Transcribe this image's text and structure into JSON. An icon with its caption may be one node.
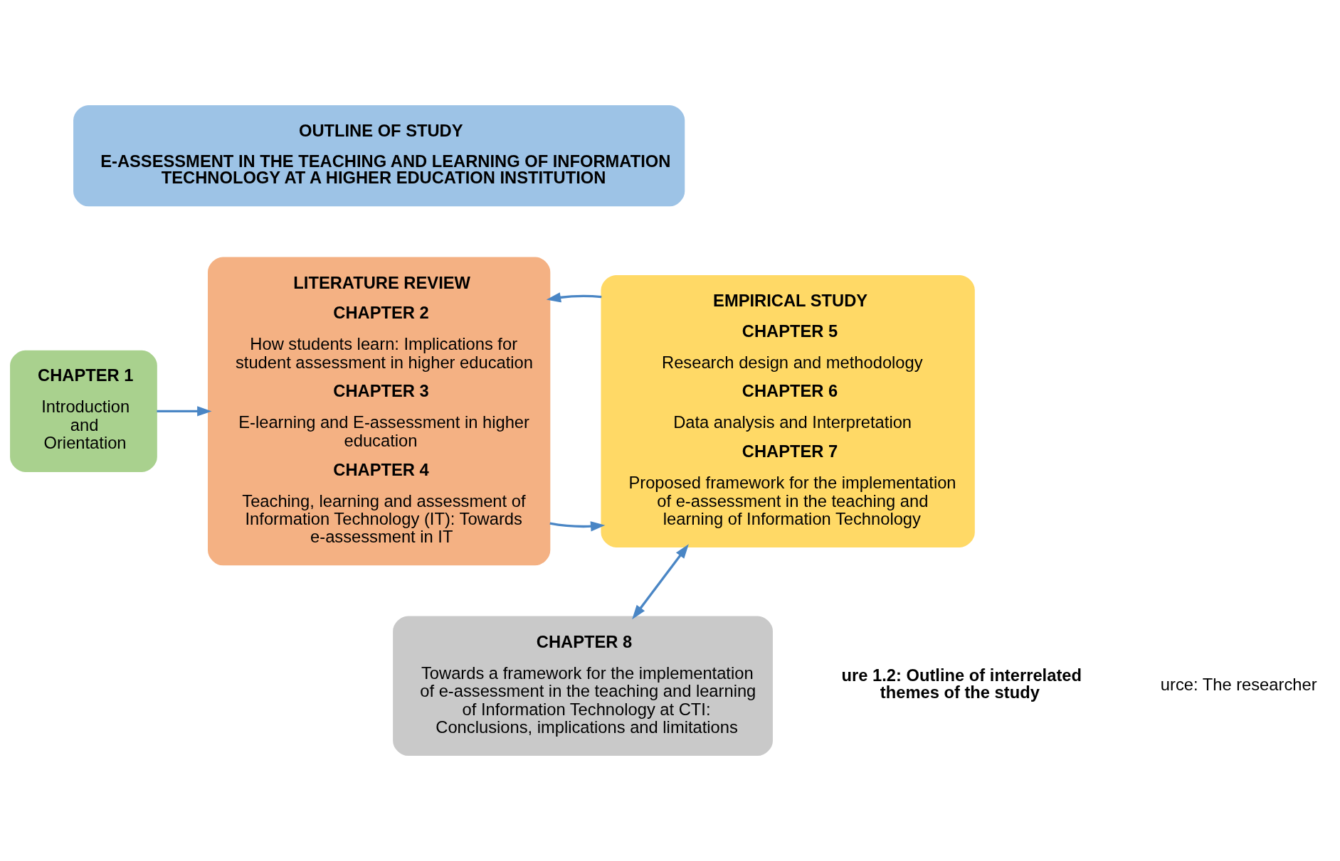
{
  "diagram": {
    "nodes": [
      {
        "text": [
          "OUTLINE OF STUDY",
          "E-ASSESSMENT IN THE TEACHING AND LEARNING OF INFORMATION TECHNOLOGY AT A HIGHER EDUCATION INSTITUTION"
        ]
      },
      {
        "text": [
          "CHAPTER 1",
          "Introduction and Orientation"
        ]
      },
      {
        "text": [
          "LITERATURE REVIEW",
          "CHAPTER 2",
          "How students learn: Implications for student assessment in higher education",
          "CHAPTER 3",
          "E-learning and E-assessment in higher education",
          "CHAPTER 4",
          "Teaching, learning and assessment of Information Technology (IT): Towards e-assessment in IT"
        ]
      },
      {
        "text": [
          "EMPIRICAL STUDY",
          "CHAPTER 5",
          "Research design and methodology",
          "CHAPTER 6",
          "Data analysis and Interpretation",
          "CHAPTER 7",
          "Proposed framework for the implementation of e-assessment in the teaching and learning of Information Technology"
        ]
      },
      {
        "text": [
          "CHAPTER 8",
          "Towards a framework for the implementation of e-assessment in the teaching and learning of Information Technology at CTI: Conclusions, implications and limitations"
        ]
      }
    ],
    "edges": [
      {
        "from": 1,
        "to": 2,
        "arrow": "to"
      },
      {
        "from": 2,
        "to": 3,
        "arrow": "to"
      },
      {
        "from": 3,
        "to": 2,
        "arrow": "to"
      },
      {
        "from": 4,
        "to": 3,
        "arrow": "both"
      }
    ],
    "labels": [
      "ure 1.2: Outline of interrelated themes of the study",
      "urce: The researcher"
    ]
  }
}
